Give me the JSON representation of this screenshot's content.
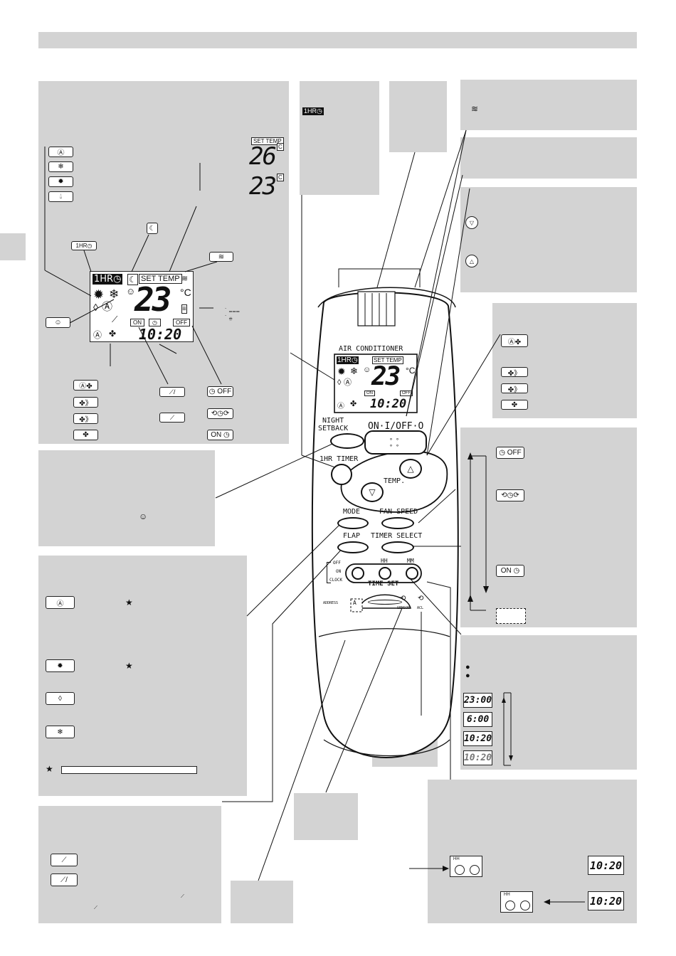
{
  "lcd": {
    "hr_timer": "1HR",
    "set_temp_label": "SET TEMP",
    "temp_value": "23",
    "temp_unit": "°C",
    "on_label": "ON",
    "off_label": "OFF",
    "clock": "10:20"
  },
  "temp_examples": {
    "set_temp_small": "SET TEMP",
    "value_a": "26",
    "value_b": "23",
    "unit": "C"
  },
  "icon_labels": {
    "auto": "A",
    "hour_timer": "1HR",
    "timer_off": "OFF",
    "timer_on": "ON"
  },
  "remote": {
    "title": "AIR CONDITIONER",
    "lcd_set_temp": "SET TEMP",
    "lcd_temp": "23",
    "lcd_unit": "°C",
    "lcd_hr": "1HR",
    "lcd_on": "ON",
    "lcd_off": "OFF",
    "lcd_clock": "10:20",
    "night_setback": "NIGHT\nSETBACK",
    "on_off": "ON·I/OFF·O",
    "hr_timer": "1HR TIMER",
    "temp": "TEMP.",
    "mode": "MODE",
    "fan_speed": "FAN SPEED",
    "flap": "FLAP",
    "timer_select": "TIMER SELECT",
    "clock_switch_off": "OFF",
    "clock_switch_on": "ON",
    "clock_switch_clock": "CLOCK",
    "hh": "HH",
    "mm": "MM",
    "time_set": "TIME SET",
    "address": "ADDRESS",
    "address_a": "A",
    "sensor": "SENSOR",
    "acl": "ACL"
  },
  "timer_panel": {
    "off_timer": "OFF",
    "on_timer": "ON"
  },
  "clock_panel": {
    "t1": "23:00",
    "t2": "6:00",
    "t3": "10:20",
    "t4": "10:20"
  },
  "time_set_panel": {
    "hh_a": "HH",
    "hh_b": "HH",
    "clock_a": "10:20",
    "clock_b": "10:20"
  },
  "mode_panel": {
    "auto_label": "A"
  },
  "colors": {
    "panel_gray": "#d3d3d3",
    "line": "#111111"
  }
}
